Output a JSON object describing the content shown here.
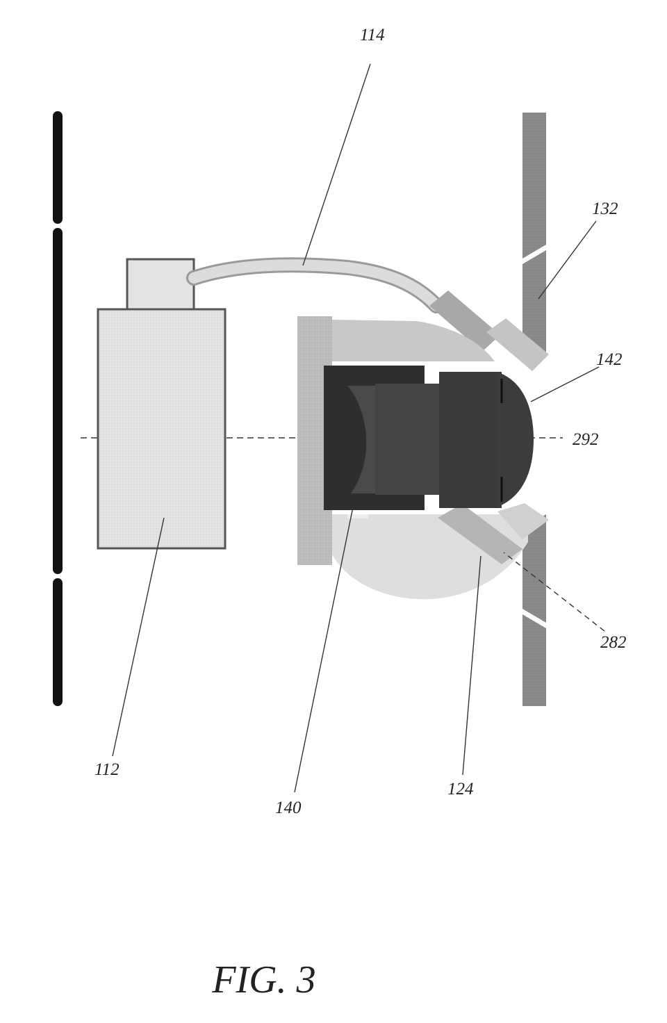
{
  "figure": {
    "caption": "FIG. 3",
    "labels": {
      "l114": "114",
      "l132": "132",
      "l142": "142",
      "l292": "292",
      "l282": "282",
      "l112": "112",
      "l140": "140",
      "l124": "124"
    }
  },
  "colors": {
    "wall": "#111111",
    "panel": "#8a8a8a",
    "body_fill": "#e2e2e2",
    "housing": "#cfcfcf",
    "lens_dark": "#2b2b2b",
    "lens_mid": "#474747",
    "cable": "#d6d6d6"
  }
}
